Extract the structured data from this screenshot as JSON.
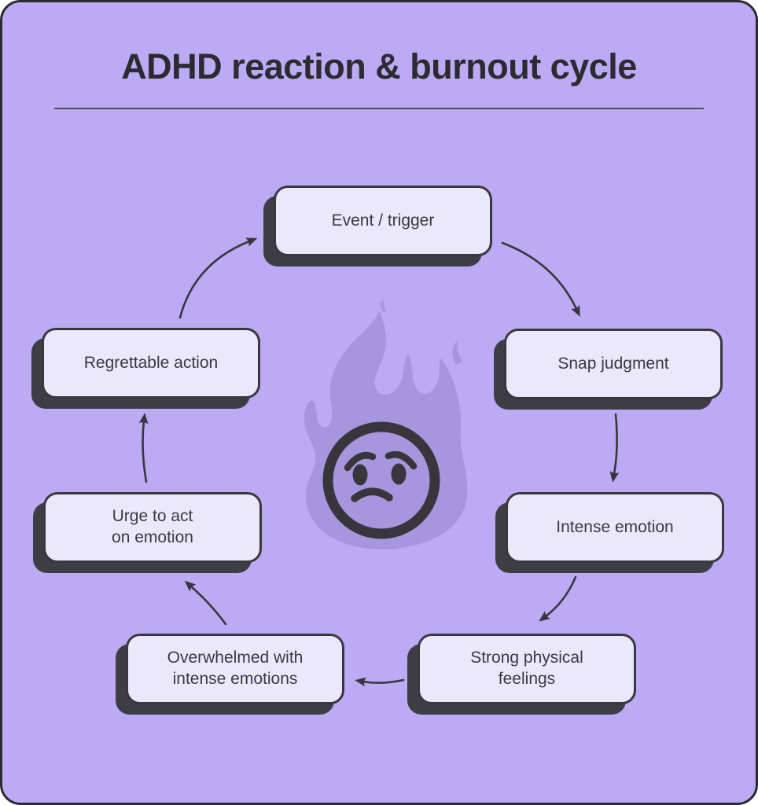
{
  "title": "ADHD reaction & burnout cycle",
  "center_icon": "burning-worried-face",
  "nodes": [
    {
      "id": "event-trigger",
      "label": "Event / trigger"
    },
    {
      "id": "snap-judgment",
      "label": "Snap judgment"
    },
    {
      "id": "intense-emotion",
      "label": "Intense emotion"
    },
    {
      "id": "strong-physical-feelings",
      "label": "Strong physical\nfeelings"
    },
    {
      "id": "overwhelmed",
      "label": "Overwhelmed with\nintense emotions"
    },
    {
      "id": "urge-to-act",
      "label": "Urge to act\non emotion"
    },
    {
      "id": "regrettable-action",
      "label": "Regrettable action"
    }
  ],
  "edges": [
    {
      "from": "Event / trigger",
      "to": "Snap judgment"
    },
    {
      "from": "Snap judgment",
      "to": "Intense emotion"
    },
    {
      "from": "Intense emotion",
      "to": "Strong physical feelings"
    },
    {
      "from": "Strong physical feelings",
      "to": "Overwhelmed with intense emotions"
    },
    {
      "from": "Overwhelmed with intense emotions",
      "to": "Urge to act on emotion"
    },
    {
      "from": "Urge to act on emotion",
      "to": "Regrettable action"
    },
    {
      "from": "Regrettable action",
      "to": "Event / trigger"
    }
  ],
  "colors": {
    "background": "#bcabf4",
    "canvas_border": "#2b2a30",
    "node_fill": "#ece8fb",
    "node_border": "#39383e",
    "node_shadow": "#3e3d43",
    "arrow": "#38373d",
    "flame": "#a795dd",
    "face_ink": "#38363c",
    "title_text": "#2c2b31",
    "node_text": "#3a393f"
  }
}
